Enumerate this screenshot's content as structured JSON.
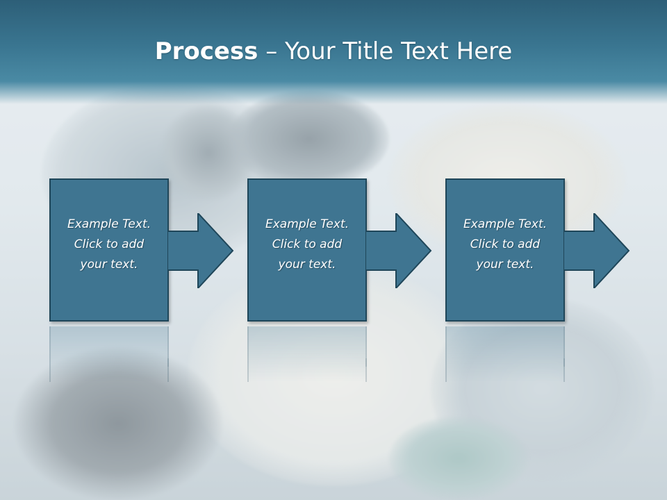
{
  "title": {
    "bold": "Process",
    "rest": " – Your Title Text Here"
  },
  "steps": [
    {
      "lines": [
        "Example Text.",
        "Click  to add",
        "your text."
      ]
    },
    {
      "lines": [
        "Example Text.",
        "Click  to add",
        "your text."
      ]
    },
    {
      "lines": [
        "Example Text.",
        "Click  to add",
        "your text."
      ]
    }
  ],
  "colors": {
    "title_band": "#3a7691",
    "box_fill": "#3f7591",
    "box_border": "#1f4659",
    "text": "#ffffff"
  }
}
